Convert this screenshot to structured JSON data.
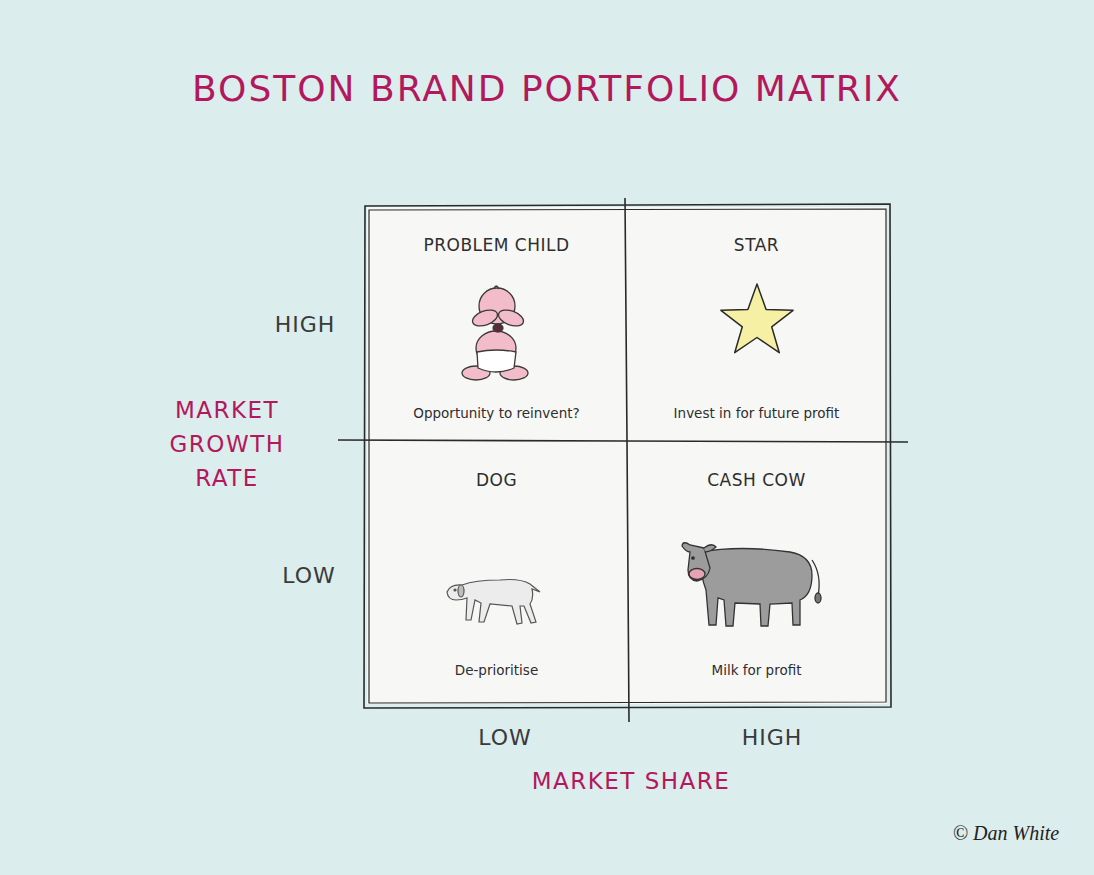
{
  "diagram": {
    "title": "BOSTON BRAND PORTFOLIO MATRIX",
    "nodes": [
      {
        "text": [
          "PROBLEM CHILD",
          "Opportunity to reinvent?"
        ]
      },
      {
        "text": [
          "STAR",
          "Invest in for future profit"
        ]
      },
      {
        "text": [
          "DOG",
          "De-prioritise"
        ]
      },
      {
        "text": [
          "CASH COW",
          "Milk for profit"
        ]
      }
    ],
    "labels": [
      "HIGH",
      "LOW",
      "MARKET GROWTH RATE",
      "LOW",
      "HIGH",
      "MARKET SHARE",
      "© Dan White"
    ]
  }
}
